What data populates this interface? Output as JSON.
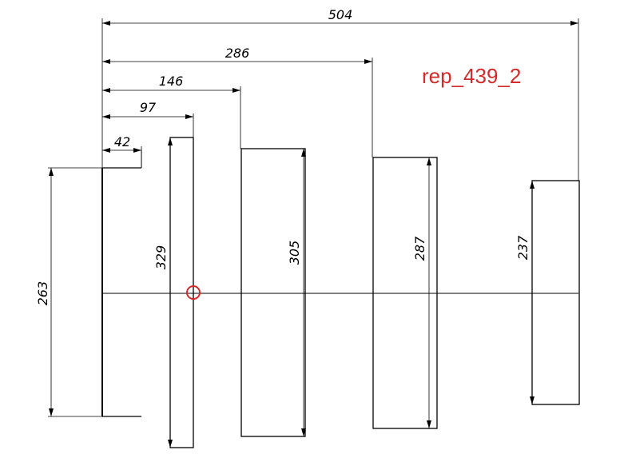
{
  "title": "rep_439_2",
  "colors": {
    "line": "#000000",
    "title": "#d42a2a",
    "marker": "#d42a2a"
  },
  "horizontal_dimensions": {
    "d504": "504",
    "d286": "286",
    "d146": "146",
    "d97": "97",
    "d42": "42"
  },
  "vertical_dimensions": {
    "d263": "263",
    "d329": "329",
    "d305": "305",
    "d287": "287",
    "d237": "237"
  }
}
